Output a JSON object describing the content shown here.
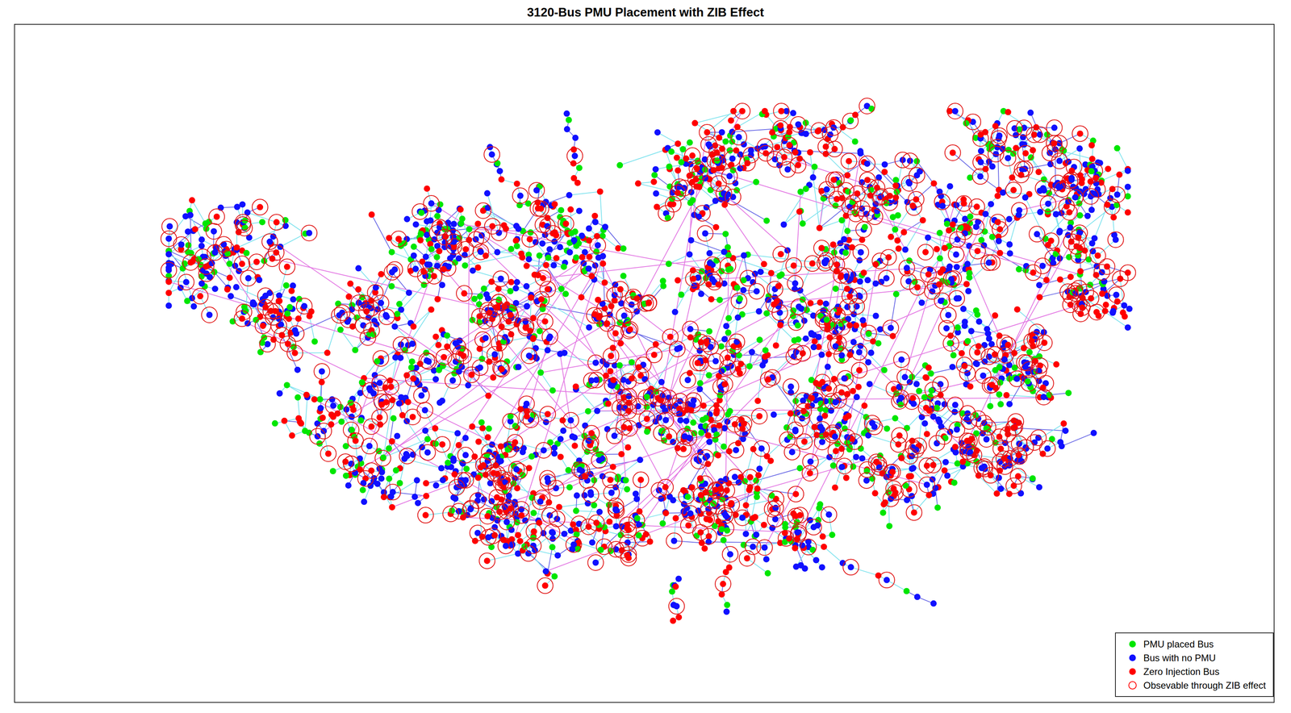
{
  "diagram": {
    "title": "3120-Bus PMU Placement with ZIB Effect",
    "legend": [
      {
        "text": "PMU placed Bus",
        "color": "#00e600"
      },
      {
        "text": "Bus with no PMU",
        "color": "#1010ff"
      },
      {
        "text": "Zero Injection Bus",
        "color": "#ff0000"
      },
      {
        "text": "Obsevable through ZIB effect"
      }
    ]
  }
}
